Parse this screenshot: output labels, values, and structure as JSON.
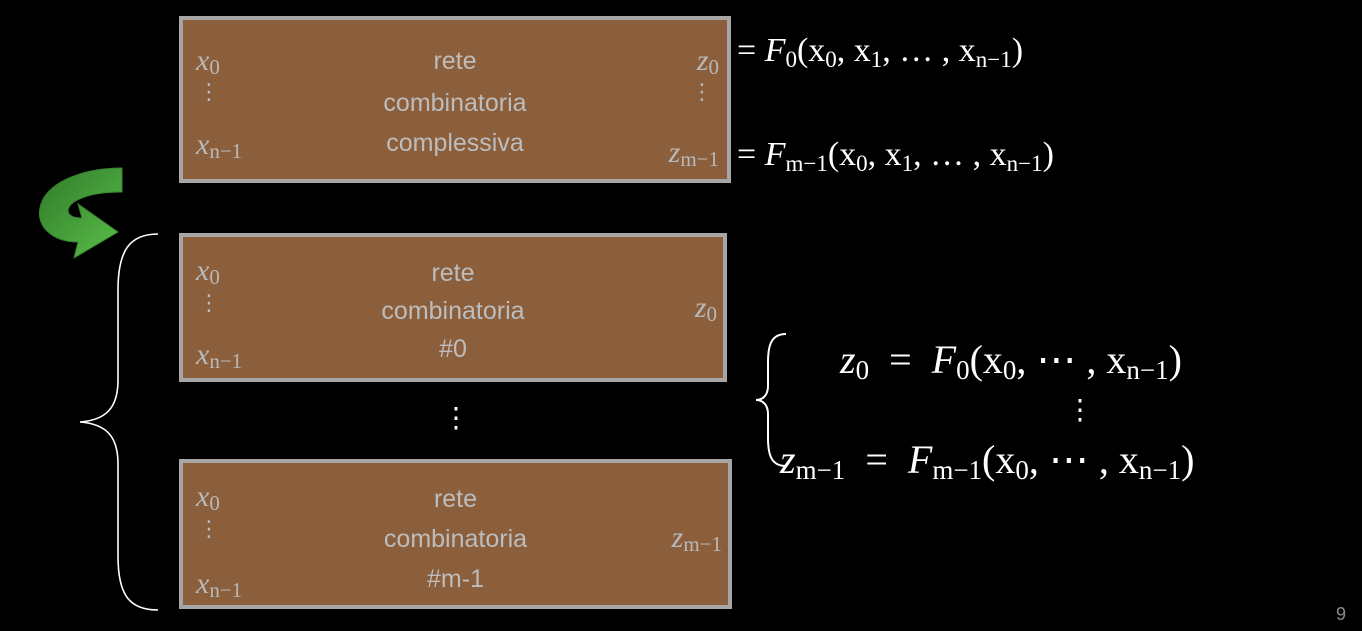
{
  "top_box": {
    "title_lines": [
      "rete",
      "combinatoria",
      "complessiva"
    ],
    "inputs": {
      "first": "x",
      "first_sub": "0",
      "last": "x",
      "last_sub": "n−1"
    },
    "outputs": {
      "first": "z",
      "first_sub": "0",
      "last": "z",
      "last_sub": "m−1"
    },
    "vdots": "⋮"
  },
  "top_equations": {
    "eq0": {
      "lhs": "= ",
      "func": "F",
      "func_sub": "0",
      "args": "(x",
      "a0": "0",
      "a1": ", x",
      "a1s": "1",
      "a2": ", … , x",
      "a2s": "n−1",
      "close": ")"
    },
    "eq1": {
      "lhs": "= ",
      "func": "F",
      "func_sub": "m−1",
      "args": "(x",
      "a0": "0",
      "a1": ", x",
      "a1s": "1",
      "a2": ", … , x",
      "a2s": "n−1",
      "close": ")"
    }
  },
  "box_0": {
    "title_lines": [
      "rete",
      "combinatoria",
      "#0"
    ],
    "inputs": {
      "first": "x",
      "first_sub": "0",
      "last": "x",
      "last_sub": "n−1"
    },
    "output": {
      "name": "z",
      "sub": "0"
    },
    "vdots": "⋮"
  },
  "middle_vdots": "⋮",
  "box_m1": {
    "title_lines": [
      "rete",
      "combinatoria",
      "#m-1"
    ],
    "inputs": {
      "first": "x",
      "first_sub": "0",
      "last": "x",
      "last_sub": "n−1"
    },
    "output": {
      "name": "z",
      "sub": "m−1"
    },
    "vdots": "⋮"
  },
  "system": {
    "row0": {
      "lhs": "z",
      "lhs_sub": "0",
      "eq": "=",
      "func": "F",
      "func_sub": "0",
      "args": "(x",
      "a0": "0",
      "a1": ", ⋯ , x",
      "a1s": "n−1",
      "close": ")"
    },
    "vdots": "⋮",
    "row1": {
      "lhs": "z",
      "lhs_sub": "m−1",
      "eq": "=",
      "func": "F",
      "func_sub": "m−1",
      "args": "(x",
      "a0": "0",
      "a1": ", ⋯ , x",
      "a1s": "n−1",
      "close": ")"
    }
  },
  "arrow_color": "#4aa838",
  "box_color": "#8b5e3c",
  "page_number": "9"
}
